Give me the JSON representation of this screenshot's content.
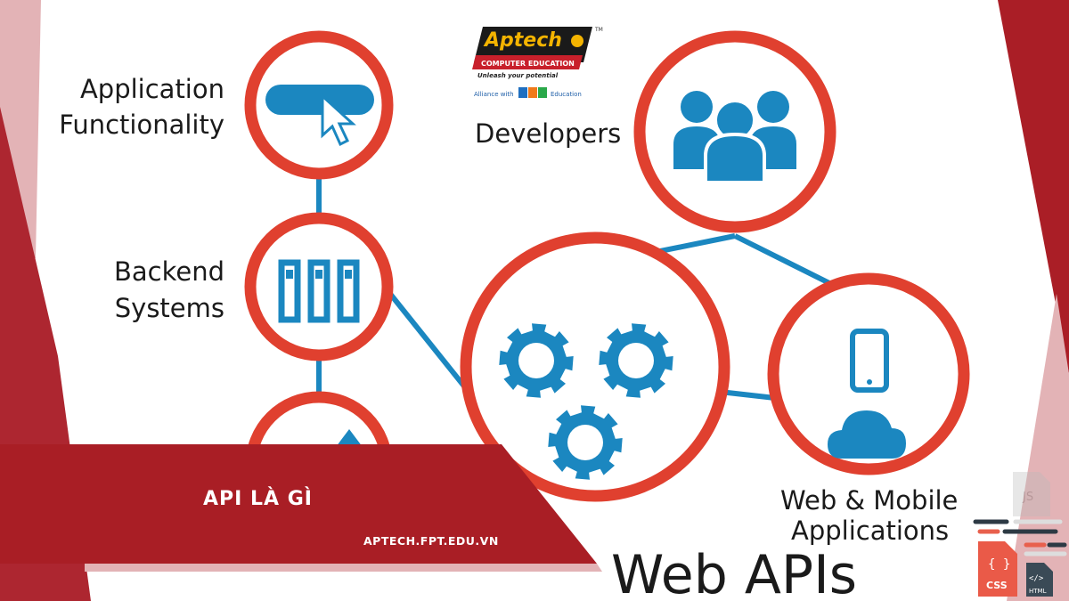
{
  "diagram": {
    "nodes": [
      {
        "id": "app",
        "label_lines": [
          "Application",
          "Functionality"
        ],
        "icon": "cursor-button-icon"
      },
      {
        "id": "backend",
        "label_lines": [
          "Backend",
          "Systems"
        ],
        "icon": "server-icon"
      },
      {
        "id": "third",
        "label_lines": [],
        "icon": "arrow-up-icon"
      },
      {
        "id": "developers",
        "label_lines": [
          "Developers"
        ],
        "icon": "people-icon"
      },
      {
        "id": "webapis",
        "label_lines": [
          "Web APIs"
        ],
        "icon": "gears-icon"
      },
      {
        "id": "webmobile",
        "label_lines": [
          "Web & Mobile",
          "Applications"
        ],
        "icon": "phone-cloud-icon"
      }
    ],
    "colors": {
      "ring": "#e0402f",
      "link": "#1b87c0",
      "icon": "#1b87c0"
    }
  },
  "logo": {
    "brand": "Aptech",
    "tagline": "COMPUTER EDUCATION",
    "slogan": "Unleash your potential",
    "alliance": "Alliance with FPT Education",
    "tm": "TM"
  },
  "banner": {
    "title": "API LÀ GÌ",
    "url": "APTECH.FPT.EDU.VN",
    "color": "#a91e25"
  },
  "decor": {
    "file_icons": [
      "HTML",
      "CSS",
      "JS"
    ]
  }
}
